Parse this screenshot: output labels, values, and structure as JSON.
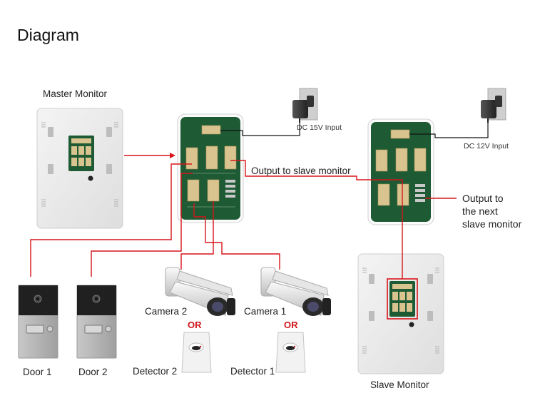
{
  "title": "Diagram",
  "devices": {
    "master_monitor": "Master Monitor",
    "slave_monitor": "Slave Monitor",
    "door_1": "Door 1",
    "door_2": "Door 2",
    "camera_1": "Camera 1",
    "camera_2": "Camera 2",
    "detector_1": "Detector 1",
    "detector_2": "Detector 2"
  },
  "power": {
    "dc_15v": "DC 15V Input",
    "dc_12v": "DC 12V Input"
  },
  "connections": {
    "output_slave": "Output to slave monitor",
    "output_next_line1": "Output to",
    "output_next_line2": "the next",
    "output_next_line3": "slave monitor"
  },
  "or_label": "OR",
  "colors": {
    "wire": "#d7141a",
    "pcb": "#1e5b34",
    "connector": "#d9c38f",
    "monitor": "#e9e9e9",
    "doorbell": "#b7b7b7"
  }
}
